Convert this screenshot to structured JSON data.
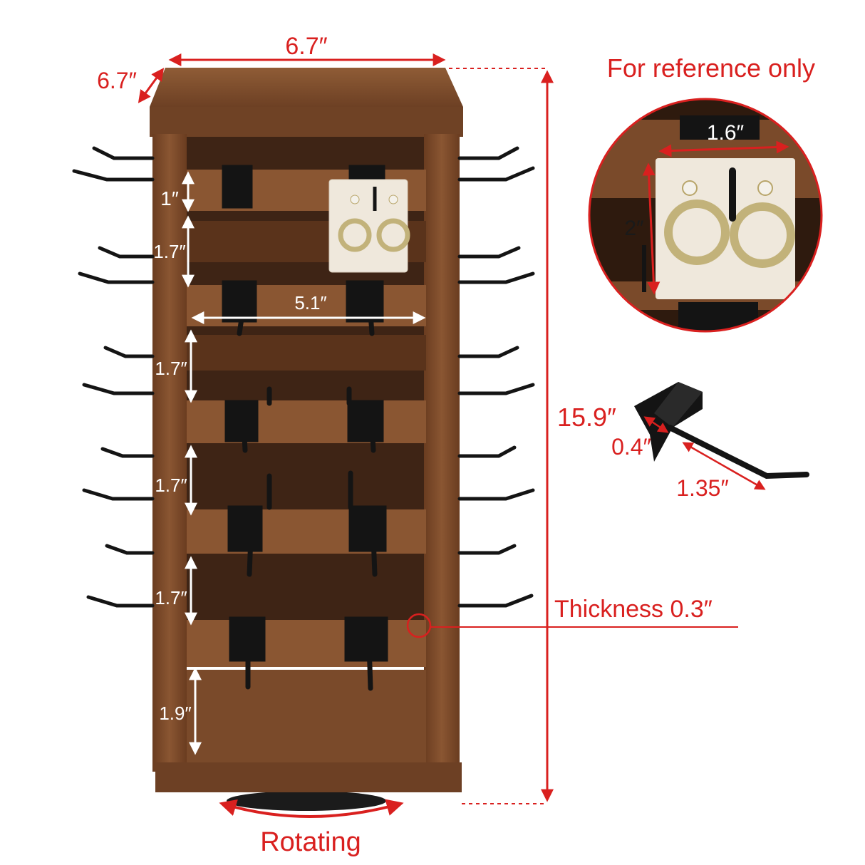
{
  "colors": {
    "accent_red": "#d9201f",
    "wood_dark": "#5a331b",
    "wood_mid": "#7a4a2a",
    "wood_light": "#8e5a34",
    "metal_black": "#141414",
    "card_cream": "#efe8dc"
  },
  "labels": {
    "reference_note": "For reference only",
    "total_width": "6.7″",
    "total_depth": "6.7″",
    "total_height": "15.9″",
    "gap_1": "1″",
    "gap_2": "1.7″",
    "gap_3": "1.7″",
    "gap_4": "1.7″",
    "gap_5": "1.7″",
    "gap_6": "1.9″",
    "slat_width": "5.1″",
    "card_width": "1.6″",
    "card_height": "2″",
    "hook_depth": "0.4″",
    "hook_length": "1.35″",
    "thickness": "Thickness 0.3″",
    "rotating": "Rotating"
  },
  "icons": {
    "rotate": "double-arrow-arc-icon"
  }
}
